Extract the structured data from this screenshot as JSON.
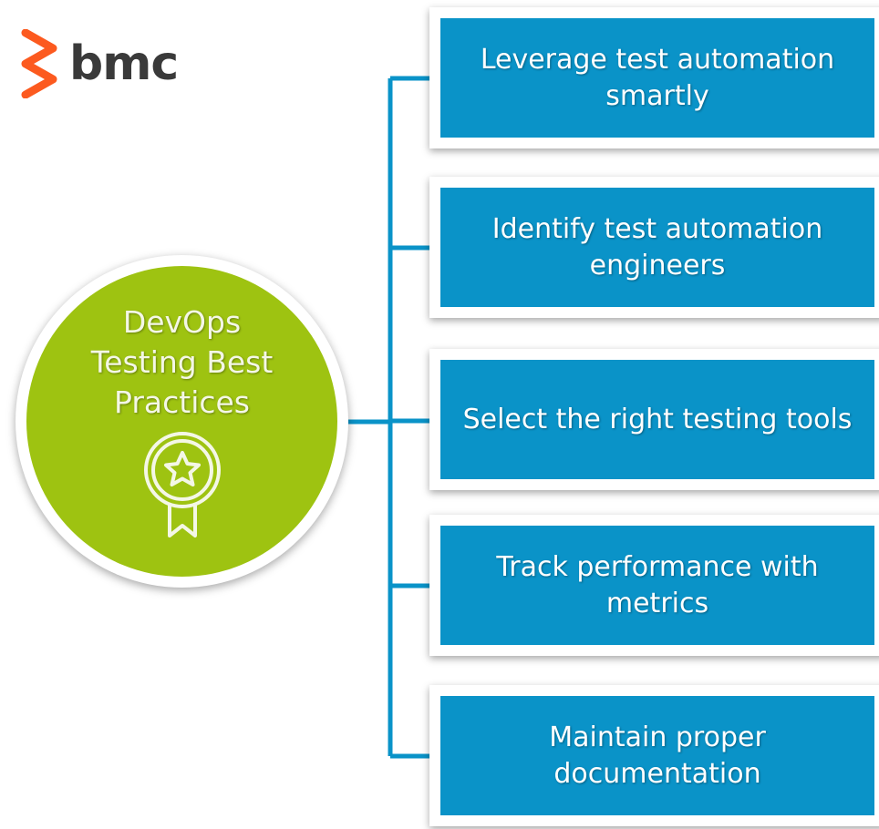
{
  "brand": {
    "name": "bmc",
    "accent_color": "#fc5a1f",
    "text_color": "#3a3a3a"
  },
  "hub": {
    "title": "DevOps Testing Best Practices",
    "icon": "award-ribbon-star-icon",
    "color": "#9ec311"
  },
  "practices": [
    {
      "label": "Leverage test automation smartly"
    },
    {
      "label": "Identify test automation engineers"
    },
    {
      "label": "Select the right testing tools"
    },
    {
      "label": "Track performance with metrics"
    },
    {
      "label": "Maintain proper documentation"
    }
  ],
  "card_color": "#0a93c8",
  "connector_color": "#0a93c8"
}
